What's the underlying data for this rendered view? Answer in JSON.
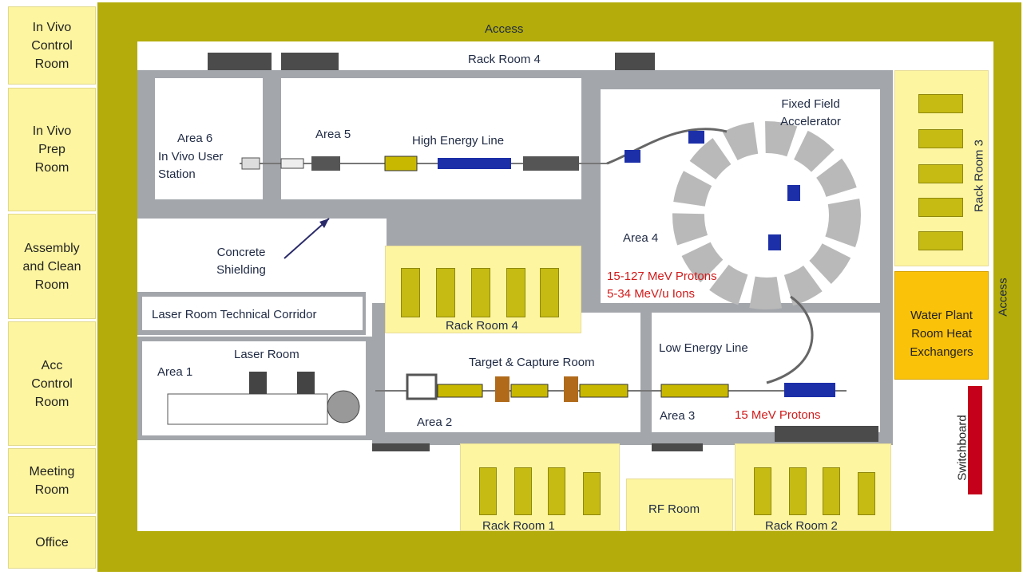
{
  "colors": {
    "frame": "#b3ac0a",
    "side_rooms": "#fdf5a0",
    "wall": "#a3a6ab",
    "water_plant": "#fbc20a",
    "switchboard": "#c4001a",
    "label": "#1f2a44",
    "accent_red": "#d21a1a"
  },
  "side_rooms": [
    {
      "label": "In Vivo\nControl\nRoom"
    },
    {
      "label": "In Vivo\nPrep\nRoom"
    },
    {
      "label": "Assembly\nand Clean\nRoom"
    },
    {
      "label": "Acc\nControl\nRoom"
    },
    {
      "label": "Meeting\nRoom"
    },
    {
      "label": "Office"
    }
  ],
  "labels": {
    "access_top": "Access",
    "access_right": "Access",
    "rack_room_4_top": "Rack Room 4",
    "rack_room_4_mid": "Rack Room 4",
    "rack_room_3": "Rack Room 3",
    "rack_room_1": "Rack Room 1",
    "rack_room_2": "Rack Room 2",
    "rf_room": "RF Room",
    "switchboard": "Switchboard",
    "water_plant": "Water Plant\nRoom Heat\nExchangers",
    "area6": "Area 6",
    "in_vivo_station": "In Vivo User\nStation",
    "area5": "Area 5",
    "high_energy_line": "High Energy Line",
    "fixed_field": "Fixed Field\nAccelerator",
    "area4": "Area 4",
    "protons_127": "15-127 MeV Protons",
    "ions_34": "5-34 MeV/u Ions",
    "concrete": "Concrete\nShielding",
    "laser_corridor": "Laser Room Technical Corridor",
    "laser_room": "Laser Room",
    "area1": "Area 1",
    "target_capture": "Target & Capture Room",
    "area2": "Area 2",
    "low_energy_line": "Low Energy Line",
    "area3": "Area 3",
    "protons_15": "15 MeV Protons"
  }
}
